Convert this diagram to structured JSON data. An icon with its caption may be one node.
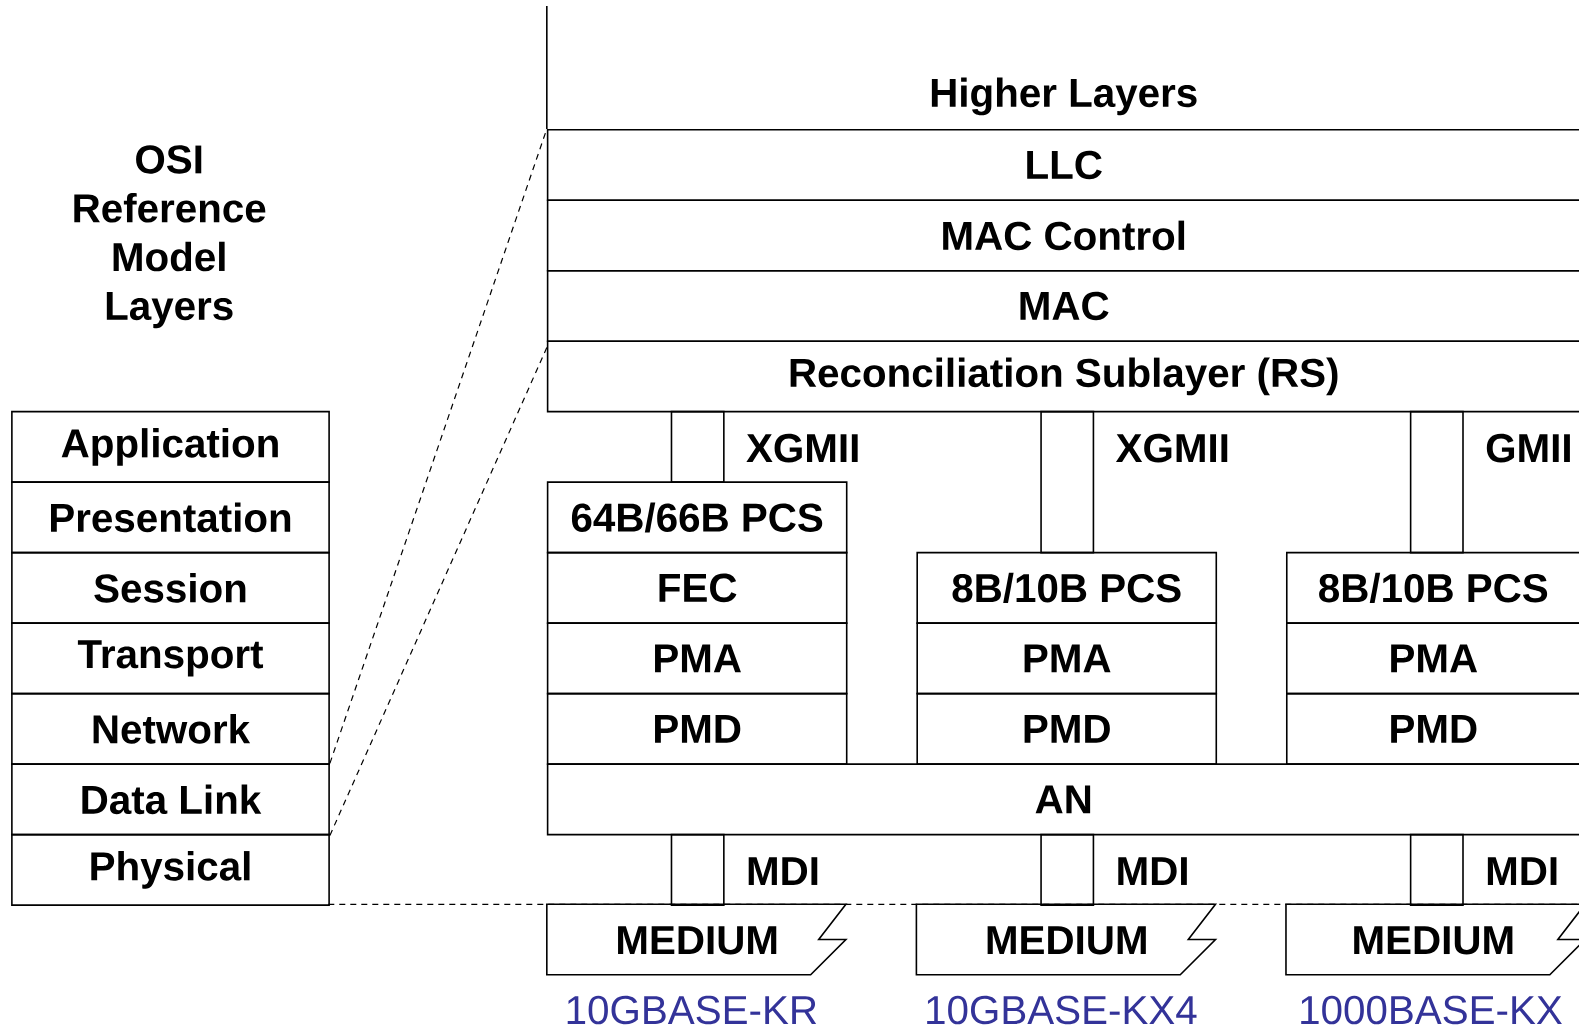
{
  "diagram": {
    "title": "OSI Reference Model Layers",
    "nodes": [
      {
        "text": [
          "Application"
        ]
      },
      {
        "text": [
          "Presentation"
        ]
      },
      {
        "text": [
          "Session"
        ]
      },
      {
        "text": [
          "Transport"
        ]
      },
      {
        "text": [
          "Network"
        ]
      },
      {
        "text": [
          "Data Link"
        ]
      },
      {
        "text": [
          "Physical"
        ]
      },
      {
        "text": [
          "Higher Layers"
        ]
      },
      {
        "text": [
          "LLC"
        ]
      },
      {
        "text": [
          "MAC Control"
        ]
      },
      {
        "text": [
          "MAC"
        ]
      },
      {
        "text": [
          "Reconciliation Sublayer (RS)"
        ]
      },
      {
        "text": [],
        "shape": "box",
        "beside": [
          "XGMII"
        ]
      },
      {
        "text": [],
        "shape": "box",
        "beside": [
          "XGMII"
        ]
      },
      {
        "text": [],
        "shape": "box",
        "beside": [
          "GMII"
        ]
      },
      {
        "text": [
          "64B/66B PCS"
        ]
      },
      {
        "text": [
          "FEC"
        ]
      },
      {
        "text": [
          "PMA"
        ]
      },
      {
        "text": [
          "PMD"
        ]
      },
      {
        "text": [
          "8B/10B PCS"
        ]
      },
      {
        "text": [
          "PMA"
        ]
      },
      {
        "text": [
          "PMD"
        ]
      },
      {
        "text": [
          "8B/10B PCS"
        ]
      },
      {
        "text": [
          "PMA"
        ]
      },
      {
        "text": [
          "PMD"
        ]
      },
      {
        "text": [
          "AN"
        ]
      },
      {
        "text": [],
        "shape": "box",
        "beside": [
          "MDI"
        ]
      },
      {
        "text": [],
        "shape": "box",
        "beside": [
          "MDI"
        ]
      },
      {
        "text": [],
        "shape": "box",
        "beside": [
          "MDI"
        ]
      },
      {
        "text": [
          "MEDIUM"
        ],
        "beside": [
          "10GBASE-KR"
        ]
      },
      {
        "text": [
          "MEDIUM"
        ],
        "beside": [
          "10GBASE-KX4"
        ]
      },
      {
        "text": [
          "MEDIUM"
        ],
        "beside": [
          "1000BASE-KX"
        ]
      }
    ],
    "edges": [
      {
        "from": 5,
        "to": 8,
        "arrow": "none",
        "style": "dashed"
      },
      {
        "from": 5,
        "to": 11,
        "arrow": "none",
        "style": "dashed"
      }
    ]
  }
}
